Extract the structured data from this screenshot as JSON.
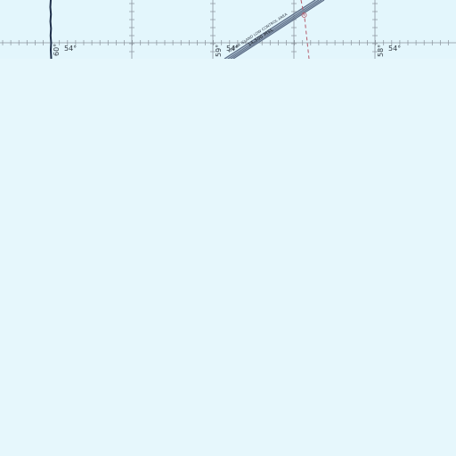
{
  "map": {
    "graticule": {
      "longitude_labels": [
        "60°",
        "59°",
        "58°"
      ],
      "latitude_labels": [
        "54°",
        "54°",
        "54°"
      ]
    },
    "airspace": {
      "name": "KODIAK ISLAND LOW CONTROL AREA",
      "floor": "14,500 MSL"
    },
    "colors": {
      "background": "#e6f7fc",
      "graticule": "#6b7580",
      "airspace_band": "#6a7c92",
      "boundary_dashed": "#b45a6a",
      "shoreline": "#1f2f4a"
    }
  }
}
